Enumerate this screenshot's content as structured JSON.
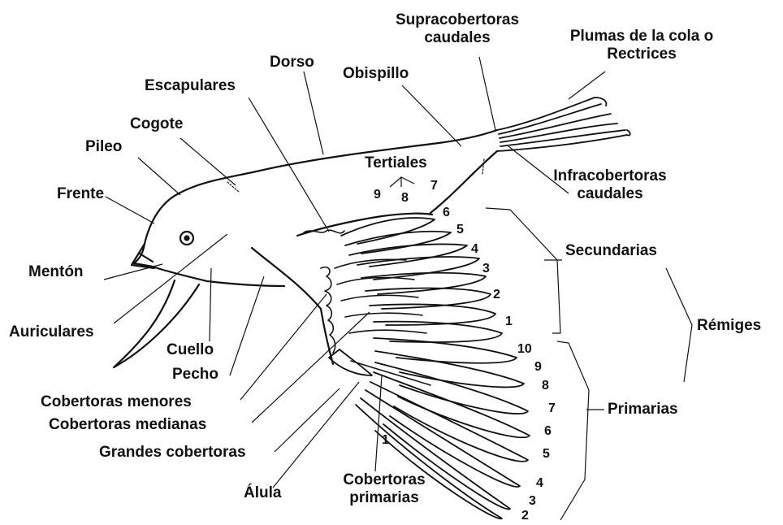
{
  "labels": {
    "dorso": "Dorso",
    "supracobertoras_1": "Supracobertoras",
    "supracobertoras_2": "caudales",
    "plumas_1": "Plumas de la cola o",
    "plumas_2": "Rectrices",
    "escapulares": "Escapulares",
    "obispillo": "Obispillo",
    "cogote": "Cogote",
    "pileo": "Pileo",
    "tertiales": "Tertiales",
    "frente": "Frente",
    "infracobertoras_1": "Infracobertoras",
    "infracobertoras_2": "caudales",
    "menton": "Mentón",
    "secundarias": "Secundarias",
    "auriculares": "Auriculares",
    "remiges": "Rémiges",
    "cuello": "Cuello",
    "pecho": "Pecho",
    "cobertoras_menores": "Cobertoras menores",
    "cobertoras_medianas": "Cobertoras medianas",
    "primarias": "Primarias",
    "grandes_cobertoras": "Grandes cobertoras",
    "alula": "Álula",
    "cob_primarias_1": "Cobertoras",
    "cob_primarias_2": "primarias"
  },
  "tertial_numbers": [
    "9",
    "8",
    "7"
  ],
  "secondary_numbers": [
    "6",
    "5",
    "4",
    "3",
    "2",
    "1"
  ],
  "primary_numbers": [
    "10",
    "9",
    "8",
    "7",
    "6",
    "5",
    "4",
    "3",
    "2"
  ],
  "primary_covert_number": "1"
}
